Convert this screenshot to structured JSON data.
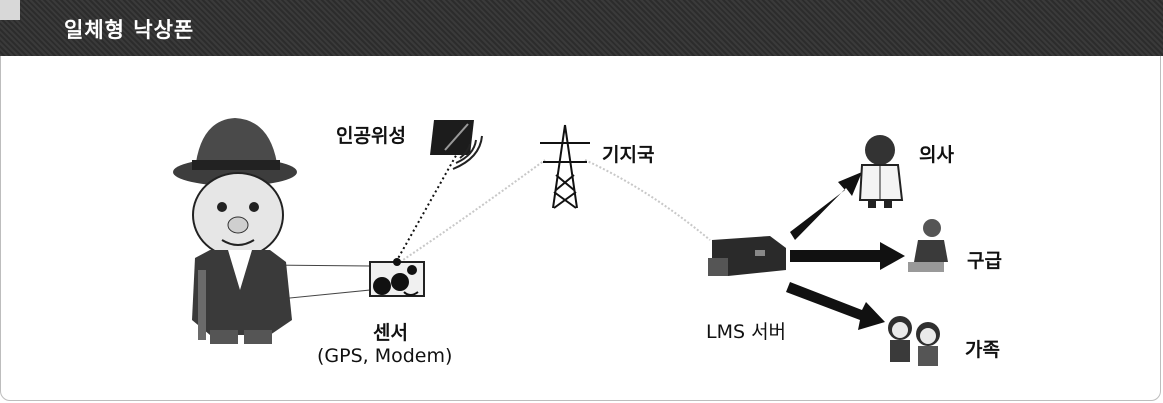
{
  "title": "일체형 낙상폰",
  "labels": {
    "satellite": "인공위성",
    "base_station": "기지국",
    "doctor": "의사",
    "emergency": "구급",
    "family": "가족",
    "server": "LMS 서버",
    "sensor_line1": "센서",
    "sensor_line2": "(GPS, Modem)"
  }
}
